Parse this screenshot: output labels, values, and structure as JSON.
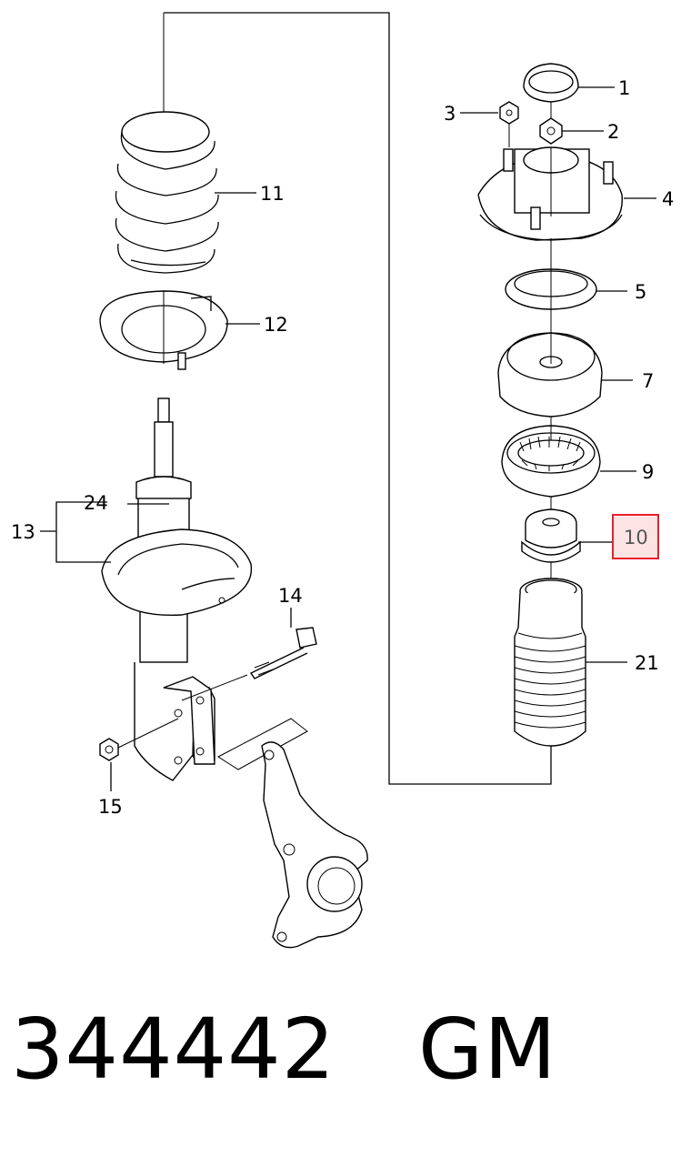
{
  "callouts": {
    "c1": "1",
    "c2": "2",
    "c3": "3",
    "c4": "4",
    "c5": "5",
    "c7": "7",
    "c9": "9",
    "c10": "10",
    "c11": "11",
    "c12": "12",
    "c13": "13",
    "c14": "14",
    "c15": "15",
    "c21": "21",
    "c24": "24"
  },
  "footer": {
    "part_number": "344442",
    "brand": "GM"
  },
  "highlight_color": "#e8202a"
}
